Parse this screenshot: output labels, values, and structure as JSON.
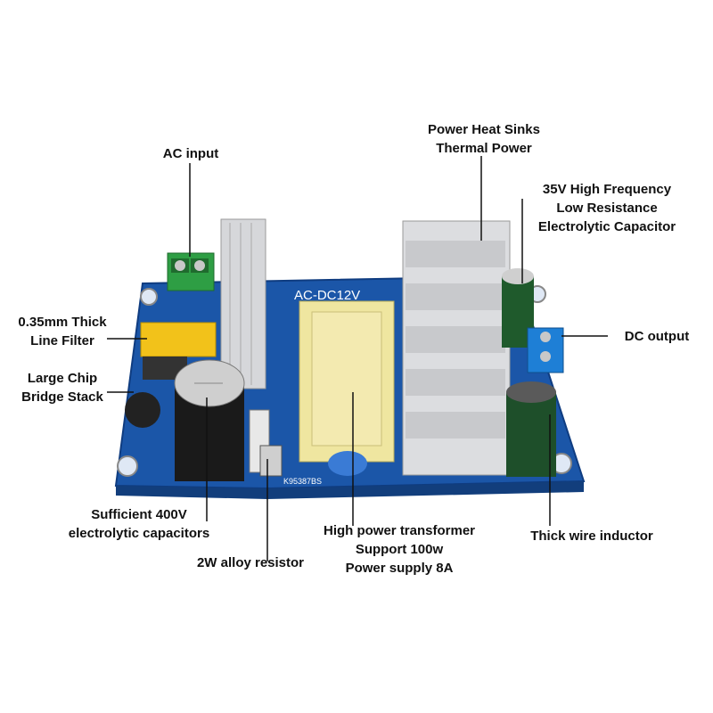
{
  "board": {
    "silkscreen": "AC-DC12V",
    "serial": "K95387BS"
  },
  "labels": {
    "ac_input": "AC input",
    "heat_sinks": [
      "Power Heat Sinks",
      "Thermal Power"
    ],
    "capacitor_35v": [
      "35V High Frequency",
      "Low Resistance",
      "Electrolytic Capacitor"
    ],
    "line_filter": [
      "0.35mm Thick",
      "Line Filter"
    ],
    "dc_output": "DC output",
    "bridge_stack": [
      "Large Chip",
      "Bridge Stack"
    ],
    "capacitors_400v": [
      "Sufficient 400V",
      "electrolytic capacitors"
    ],
    "alloy_resistor": "2W alloy resistor",
    "transformer": [
      "High power transformer",
      "Support 100w",
      "Power supply 8A"
    ],
    "inductor": "Thick wire inductor"
  },
  "colors": {
    "pcb": "#1b56a8",
    "heatsink": "#dcdde0",
    "transformer": "#efe6a0",
    "terminal_green": "#2e9e44",
    "terminal_blue": "#1e7fd6"
  }
}
